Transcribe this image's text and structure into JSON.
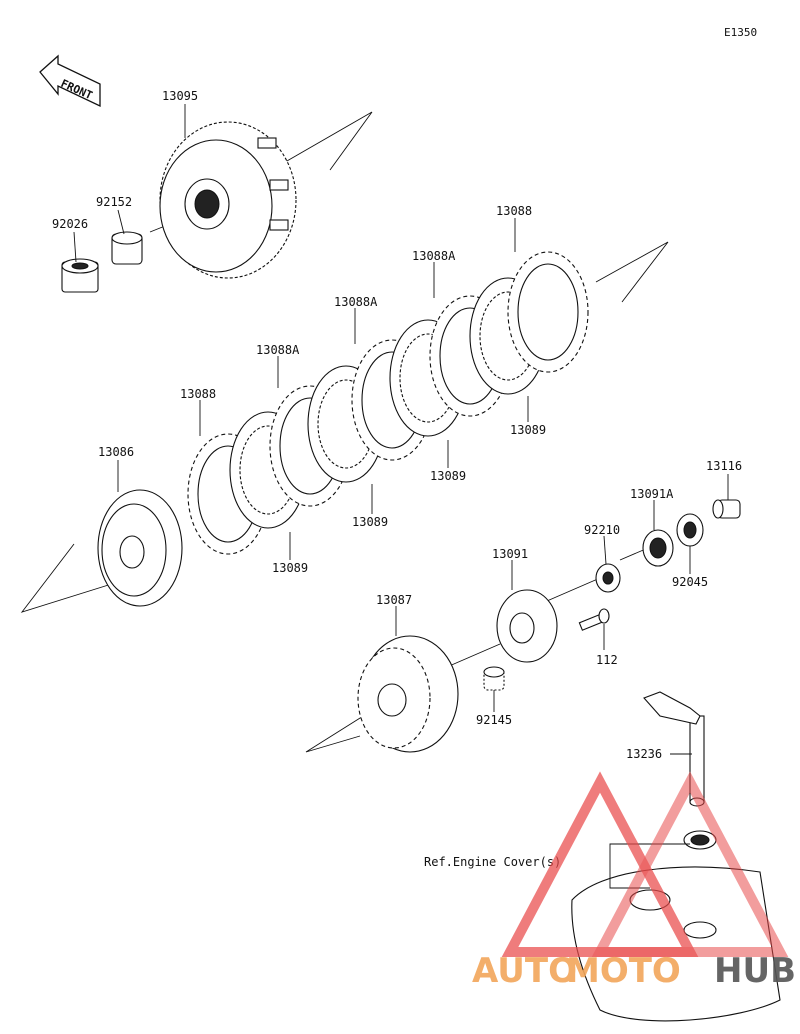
{
  "diagram_code": "E1350",
  "front_label": "FRONT",
  "parts": [
    {
      "id": "p13095",
      "label": "13095"
    },
    {
      "id": "p92152",
      "label": "92152"
    },
    {
      "id": "p92026",
      "label": "92026"
    },
    {
      "id": "p13088_top",
      "label": "13088"
    },
    {
      "id": "p13088A_1",
      "label": "13088A"
    },
    {
      "id": "p13088A_2",
      "label": "13088A"
    },
    {
      "id": "p13088A_3",
      "label": "13088A"
    },
    {
      "id": "p13088_left",
      "label": "13088"
    },
    {
      "id": "p13089_1",
      "label": "13089"
    },
    {
      "id": "p13089_2",
      "label": "13089"
    },
    {
      "id": "p13089_3",
      "label": "13089"
    },
    {
      "id": "p13089_4",
      "label": "13089"
    },
    {
      "id": "p13086",
      "label": "13086"
    },
    {
      "id": "p13116",
      "label": "13116"
    },
    {
      "id": "p13091A",
      "label": "13091A"
    },
    {
      "id": "p92210",
      "label": "92210"
    },
    {
      "id": "p92045",
      "label": "92045"
    },
    {
      "id": "p13091",
      "label": "13091"
    },
    {
      "id": "p13087",
      "label": "13087"
    },
    {
      "id": "p112",
      "label": "112"
    },
    {
      "id": "p92145",
      "label": "92145"
    },
    {
      "id": "p13236",
      "label": "13236"
    }
  ],
  "ref_label": "Ref.Engine Cover(s)",
  "watermark": {
    "part1": "AUTO",
    "part2": "MOTO",
    "part3": "HUB",
    "color_main": "#f2a65a",
    "color_accent": "#e84a4a",
    "color_dark": "#555555"
  }
}
